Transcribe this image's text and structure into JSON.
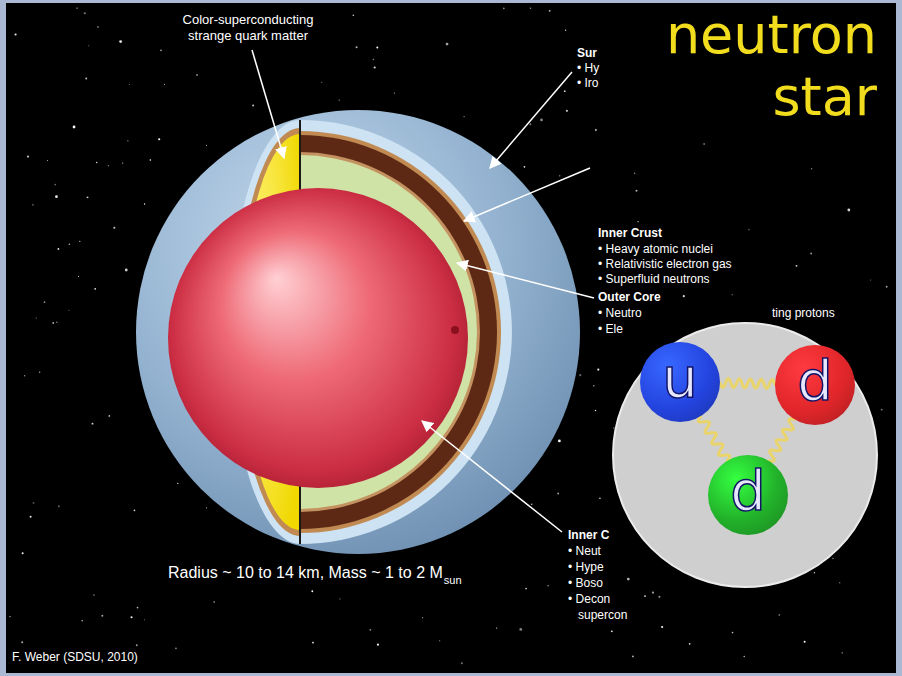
{
  "diagram": {
    "title": "neutron star",
    "nodes": [
      {
        "text": [
          "u"
        ]
      },
      {
        "text": [
          "d"
        ]
      },
      {
        "text": [
          "d"
        ]
      }
    ],
    "edges": [
      {
        "from": 0,
        "to": 1,
        "arrow": "none"
      },
      {
        "from": 0,
        "to": 2,
        "arrow": "none"
      },
      {
        "from": 1,
        "to": 2,
        "arrow": "none"
      }
    ],
    "labels": [
      "Color-superconducting strange quark matter",
      "Sur",
      "• Hy",
      "• Iro",
      "Inner Crust",
      "• Heavy atomic nuclei",
      "• Relativistic electron gas",
      "• Superfluid neutrons",
      "Outer Core",
      "• Neutro",
      "ting protons",
      "• Ele",
      "Inner C",
      "• Neut",
      "• Hype",
      "• Boso",
      "• Decon",
      "supercon",
      "Radius ~ 10 to 14 km, Mass ~ 1 to 2 M",
      "sun",
      "F. Weber (SDSU, 2010)"
    ]
  }
}
